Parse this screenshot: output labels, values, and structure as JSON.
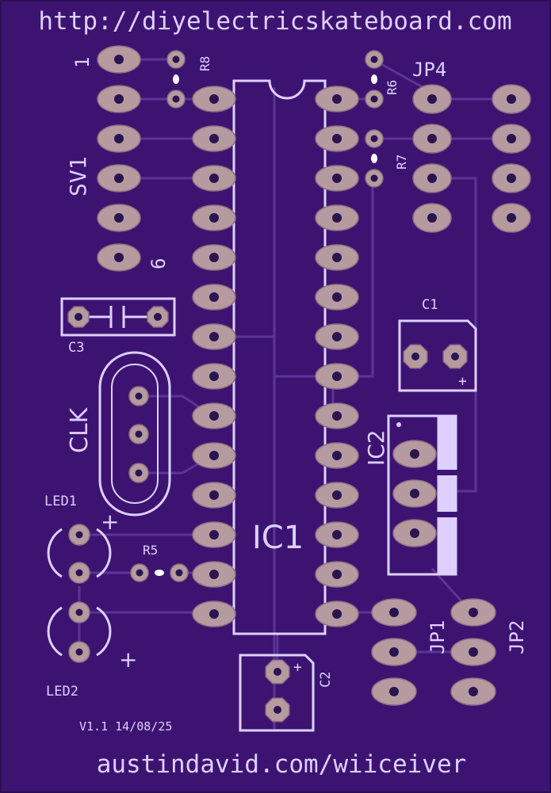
{
  "board": {
    "header_url": "http://diyelectricskateboard.com",
    "footer_url": "austindavid.com/wiiceiver",
    "version": "V1.1 14/08/25",
    "colors": {
      "background": "#3d1372",
      "silkscreen": "#ddd0ff",
      "trace": "#5a3595",
      "pad": "#b59aa0",
      "pad_outline": "#8d7080",
      "hole": "#2a1550"
    }
  },
  "labels": {
    "sv1": "SV1",
    "sv1_pin_first": "1",
    "sv1_pin_last": "6",
    "r8": "R8",
    "r6": "R6",
    "r7": "R7",
    "r5": "R5",
    "jp4": "JP4",
    "jp1": "JP1",
    "jp2": "JP2",
    "c1": "C1",
    "c2": "C2",
    "c3": "C3",
    "clk": "CLK",
    "ic1": "IC1",
    "ic2": "IC2",
    "led1": "LED1",
    "led2": "LED2",
    "plus": "+"
  }
}
